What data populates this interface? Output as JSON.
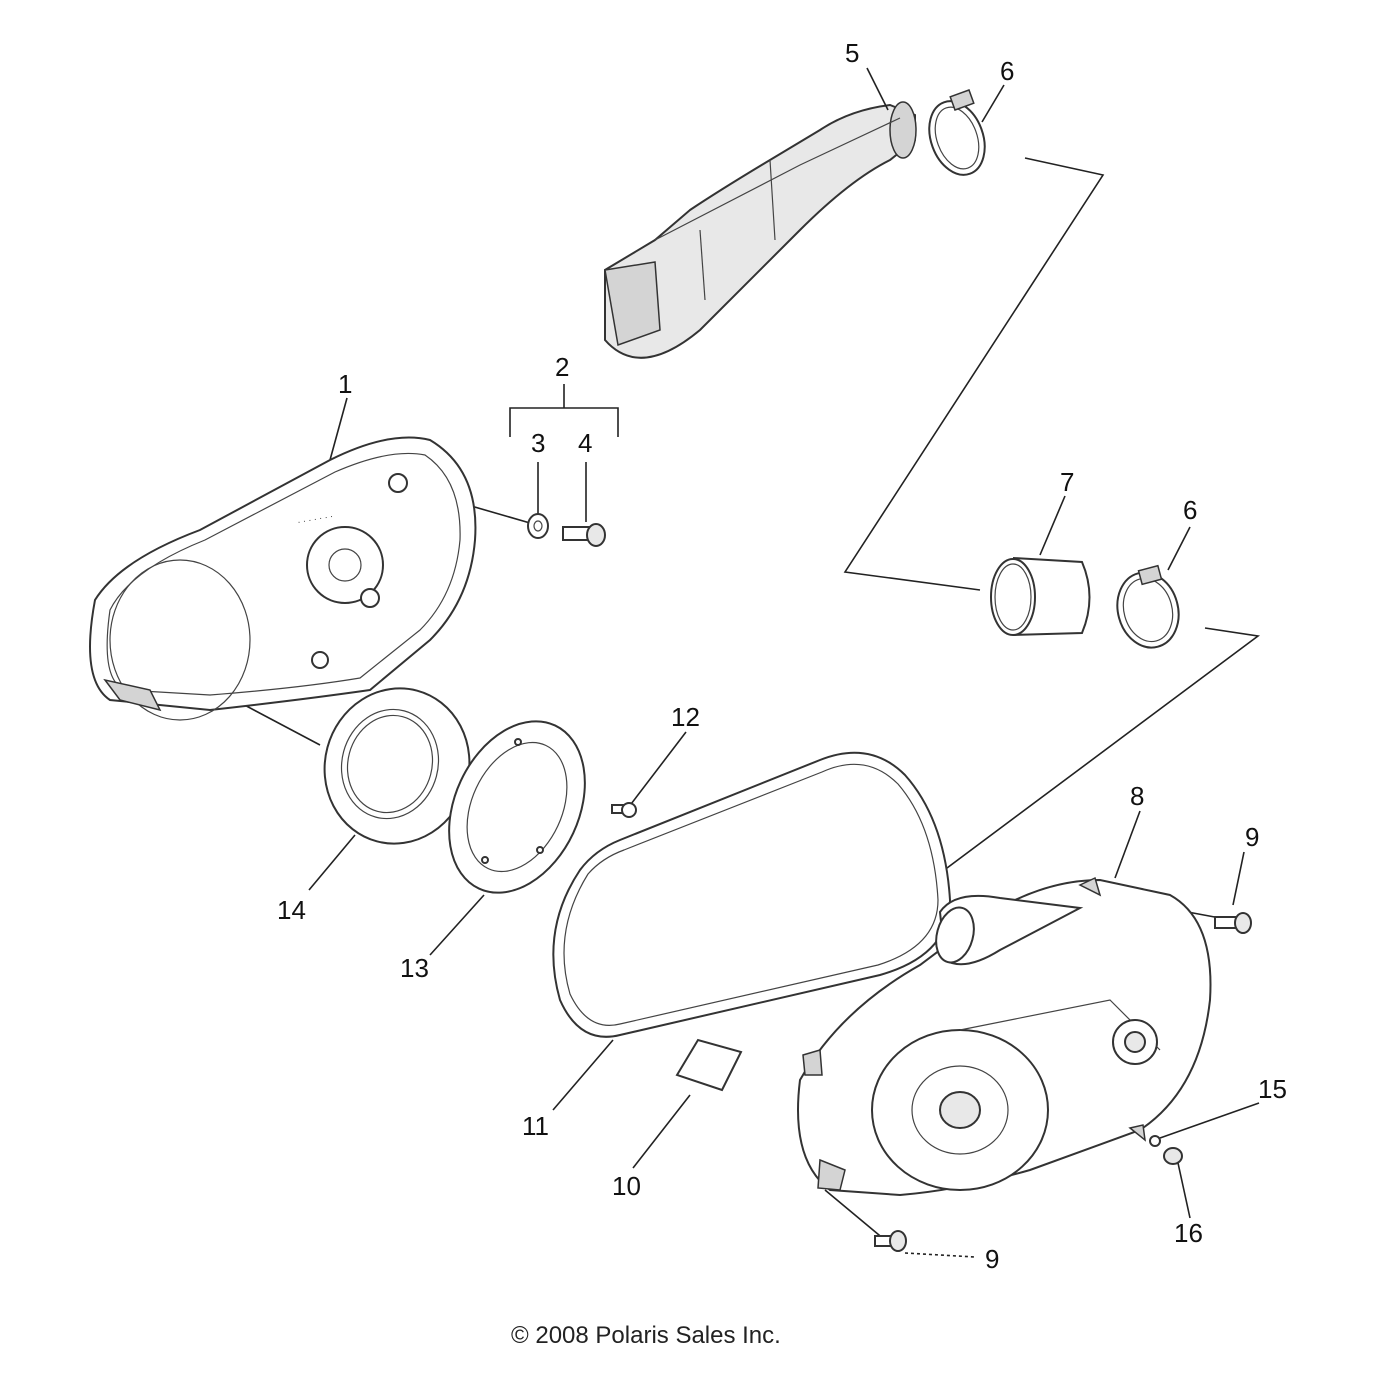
{
  "diagram": {
    "callouts": {
      "c1": "1",
      "c2": "2",
      "c3": "3",
      "c4": "4",
      "c5": "5",
      "c6a": "6",
      "c6b": "6",
      "c7": "7",
      "c8": "8",
      "c9a": "9",
      "c9b": "9",
      "c10": "10",
      "c11": "11",
      "c12": "12",
      "c13": "13",
      "c14": "14",
      "c15": "15",
      "c16": "16"
    },
    "copyright": "© 2008 Polaris Sales Inc."
  }
}
